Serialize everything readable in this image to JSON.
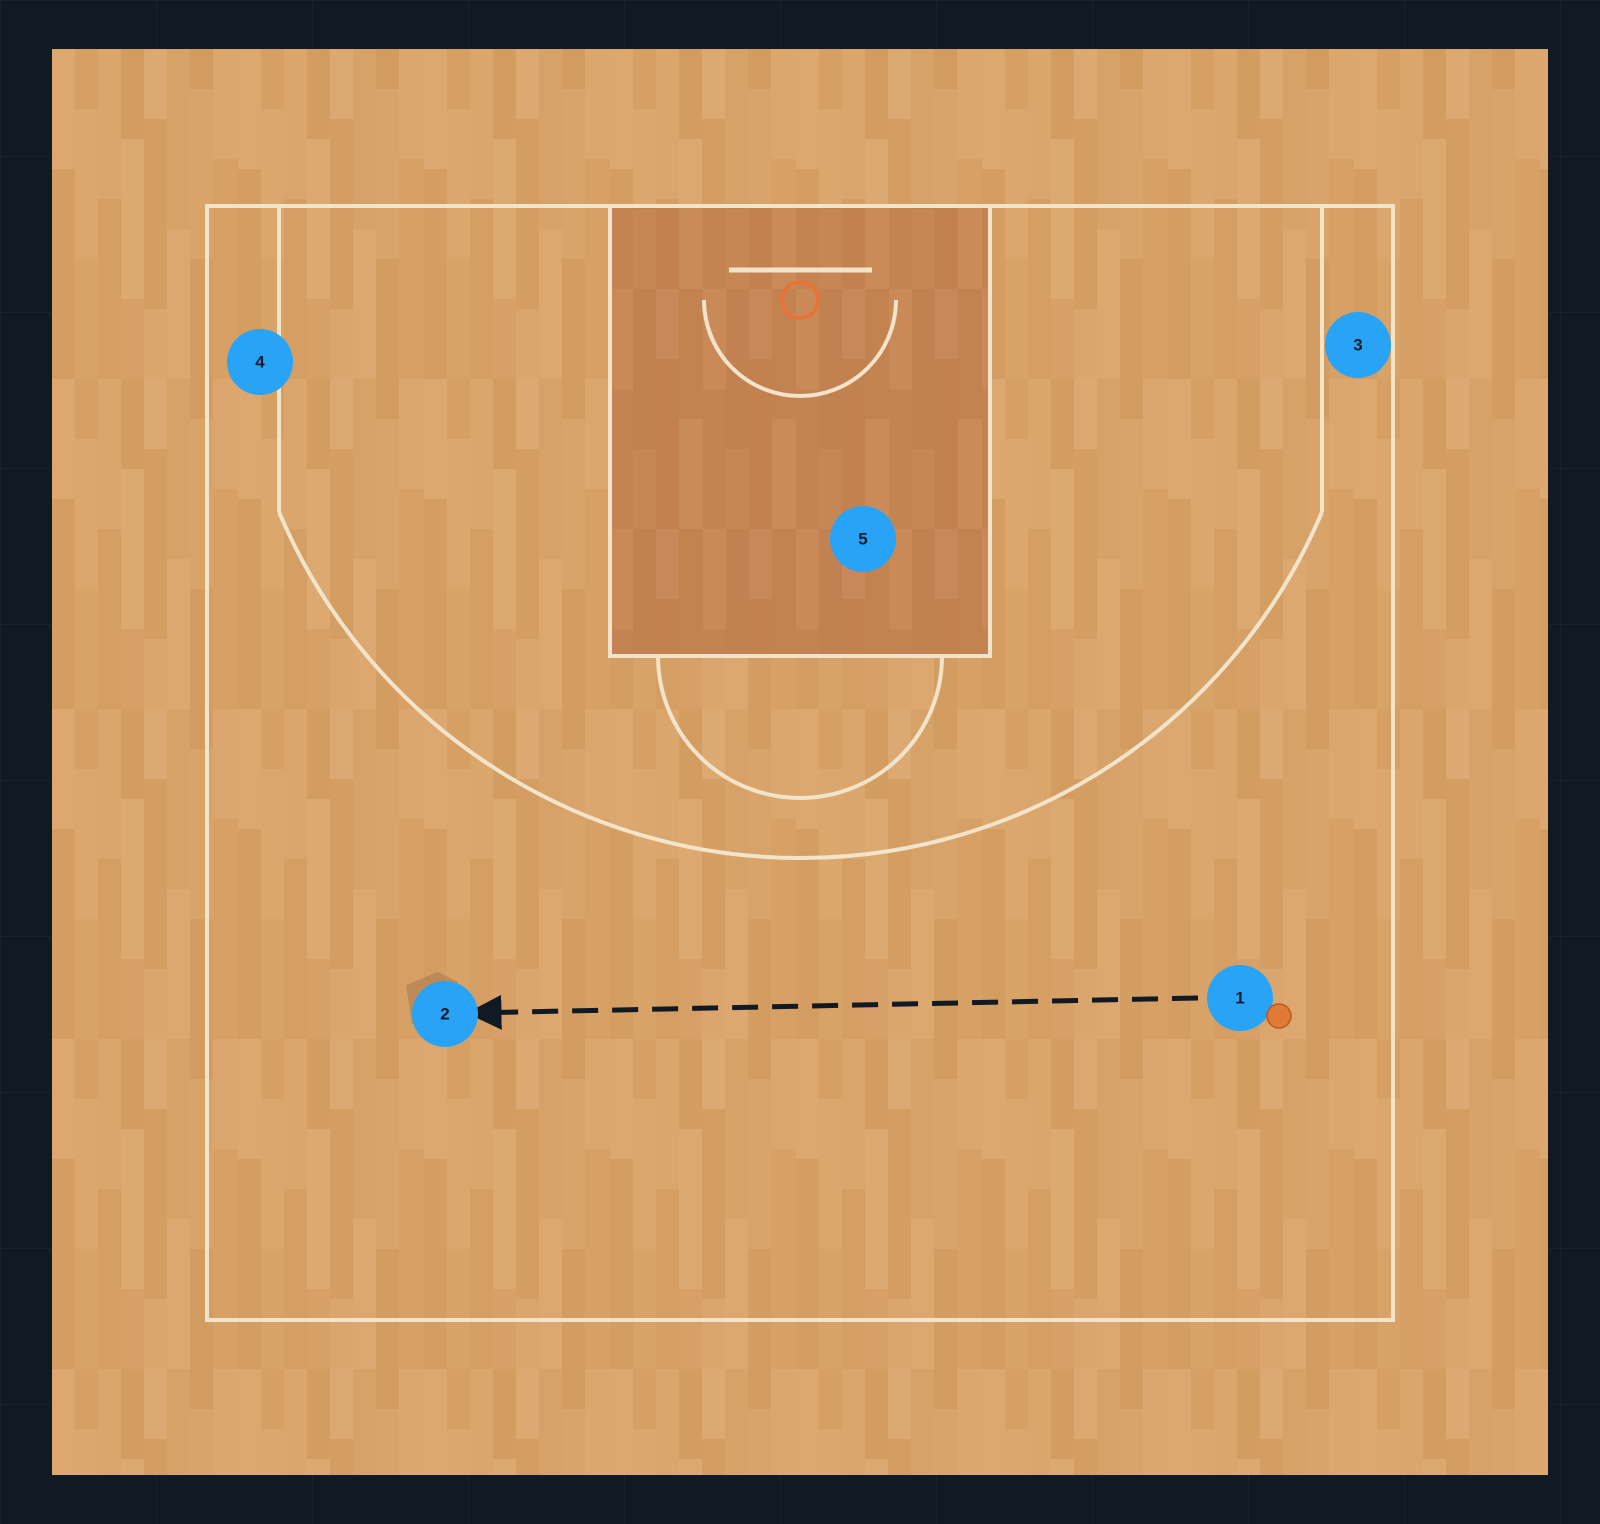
{
  "colors": {
    "background": "#111a22",
    "court_wood": "#d9a56b",
    "paint_wood": "#c68754",
    "court_lines": "#f2e4cb",
    "player_fill": "#29a3f5",
    "player_label": "#0f1c2a",
    "pass_line": "#111a22",
    "hoop": "#e8733a",
    "ball": "#e07a35"
  },
  "players": [
    {
      "id": "p1",
      "label": "1",
      "has_ball": true
    },
    {
      "id": "p2",
      "label": "2",
      "has_ball": false
    },
    {
      "id": "p3",
      "label": "3",
      "has_ball": false
    },
    {
      "id": "p4",
      "label": "4",
      "has_ball": false
    },
    {
      "id": "p5",
      "label": "5",
      "has_ball": false
    }
  ],
  "actions": [
    {
      "type": "pass",
      "from": "1",
      "to": "2",
      "style": "dashed-arrow"
    }
  ]
}
